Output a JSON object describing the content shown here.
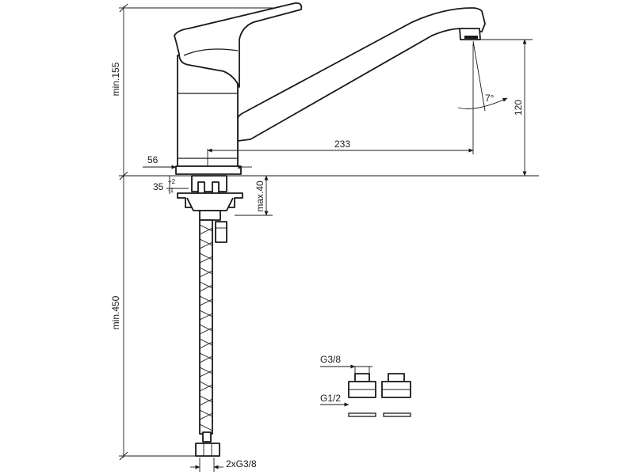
{
  "dimensions": {
    "min_155": "min.155",
    "min_450": "min.450",
    "d_56": "56",
    "d_35": "35",
    "d_35_tol_plus": "+2",
    "d_35_tol_minus": "-1",
    "max_40": "max.40",
    "d_233": "233",
    "d_120": "120",
    "angle_7": "7°",
    "g38": "G3/8",
    "g12": "G1/2",
    "connector": "2xG3/8"
  }
}
